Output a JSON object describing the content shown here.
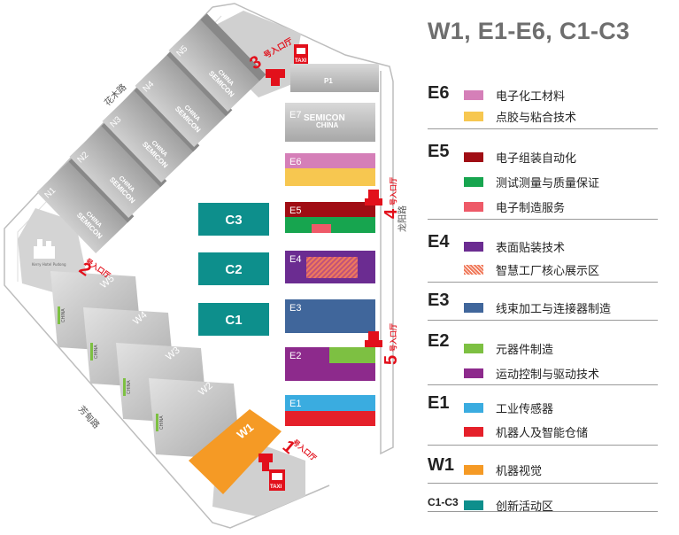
{
  "legend_title": "W1, E1-E6, C1-C3",
  "colors": {
    "e6_pink": "#d57fb8",
    "e6_yellow": "#f7c750",
    "e5_darkred": "#a00d14",
    "e5_green": "#17a54f",
    "e5_coral": "#ee5a68",
    "e4_purple": "#6b2c91",
    "e4_hatch": "#f07a5b",
    "e3_blue": "#40669b",
    "e2_lightgreen": "#7dc042",
    "e2_purple": "#8d2a8c",
    "e1_skyblue": "#3aace0",
    "e1_red": "#e5202a",
    "w1_orange": "#f59a25",
    "c_teal": "#0d8f8c",
    "gray_hall": "#a5a5a5",
    "entrance_red": "#e2101b"
  },
  "legend": [
    {
      "code": "E6",
      "items": [
        {
          "label": "电子化工材料",
          "color": "#d57fb8"
        },
        {
          "label": "点胶与粘合技术",
          "color": "#f7c750"
        }
      ]
    },
    {
      "code": "E5",
      "items": [
        {
          "label": "电子组装自动化",
          "color": "#a00d14"
        },
        {
          "label": "测试测量与质量保证",
          "color": "#17a54f"
        },
        {
          "label": "电子制造服务",
          "color": "#ee5a68"
        }
      ]
    },
    {
      "code": "E4",
      "items": [
        {
          "label": "表面贴装技术",
          "color": "#6b2c91"
        },
        {
          "label": "智慧工厂核心展示区",
          "color": "#f07a5b",
          "hatched": true
        }
      ]
    },
    {
      "code": "E3",
      "items": [
        {
          "label": "线束加工与连接器制造",
          "color": "#40669b"
        }
      ]
    },
    {
      "code": "E2",
      "items": [
        {
          "label": "元器件制造",
          "color": "#7dc042"
        },
        {
          "label": "运动控制与驱动技术",
          "color": "#8d2a8c"
        }
      ]
    },
    {
      "code": "E1",
      "items": [
        {
          "label": "工业传感器",
          "color": "#3aace0"
        },
        {
          "label": "机器人及智能仓储",
          "color": "#e5202a"
        }
      ]
    },
    {
      "code": "W1",
      "items": [
        {
          "label": "机器视觉",
          "color": "#f59a25"
        }
      ]
    },
    {
      "code": "C1-C3",
      "small": true,
      "items": [
        {
          "label": "创新活动区",
          "color": "#0d8f8c"
        }
      ]
    }
  ],
  "map": {
    "halls": {
      "n_labels": [
        "N1",
        "N2",
        "N3",
        "N4",
        "N5"
      ],
      "semicon_line1": "SEMICON",
      "semicon_line2": "CHINA",
      "w_labels": [
        "W5",
        "W4",
        "W3",
        "W2"
      ],
      "w_brand": "CHINA",
      "w1_label": "W1",
      "e_labels": [
        "E1",
        "E2",
        "E3",
        "E4",
        "E5",
        "E6",
        "E7"
      ],
      "p1_label": "P1",
      "c_labels": [
        "C1",
        "C2",
        "C3"
      ]
    },
    "roads": {
      "huamu": "花木路",
      "longyang": "龙阳路",
      "fangdian": "芳甸路"
    },
    "entrances": [
      {
        "num": "1",
        "text": "号入口厅"
      },
      {
        "num": "2",
        "text": "号入口厅"
      },
      {
        "num": "3",
        "text": "号入口厅"
      },
      {
        "num": "4",
        "text": "号入口厅"
      },
      {
        "num": "5",
        "text": "号入口厅"
      }
    ],
    "taxi": "TAXI",
    "kerry_hotel": "Kerry Hotel Pudong"
  }
}
